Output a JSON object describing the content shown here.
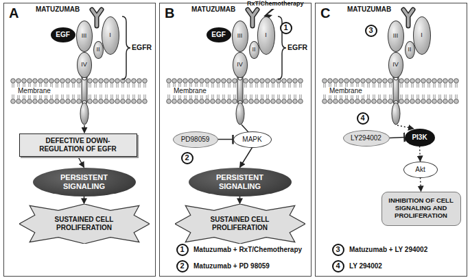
{
  "diagram": {
    "nodes": [
      {
        "text": [
          "A"
        ]
      },
      {
        "text": [
          "EGF"
        ],
        "in": 0
      },
      {
        "text": [
          "III"
        ],
        "in": 0
      },
      {
        "text": [
          "II"
        ],
        "in": 0
      },
      {
        "text": [
          "I"
        ],
        "in": 0
      },
      {
        "text": [
          "IV"
        ],
        "in": 0
      },
      {
        "text": [
          "DEFECTIVE DOWN-REGULATION OF EGFR"
        ],
        "in": 0
      },
      {
        "text": [
          "PERSISTENT SIGNALING"
        ],
        "in": 0
      },
      {
        "text": [
          "SUSTAINED CELL PROLIFERATION"
        ],
        "in": 0
      },
      {
        "text": [
          "B"
        ]
      },
      {
        "text": [
          "1"
        ],
        "in": 9
      },
      {
        "text": [
          "EGF"
        ],
        "in": 9
      },
      {
        "text": [
          "III"
        ],
        "in": 9
      },
      {
        "text": [
          "II"
        ],
        "in": 9
      },
      {
        "text": [
          "I"
        ],
        "in": 9
      },
      {
        "text": [
          "IV"
        ],
        "in": 9
      },
      {
        "text": [
          "PD98059"
        ],
        "in": 9
      },
      {
        "text": [
          "MAPK"
        ],
        "in": 9
      },
      {
        "text": [
          "2"
        ],
        "in": 9
      },
      {
        "text": [
          "PERSISTENT SIGNALING"
        ],
        "in": 9
      },
      {
        "text": [
          "SUSTAINED CELL PROLIFERATION"
        ],
        "in": 9
      },
      {
        "text": [
          "1"
        ],
        "in": 9
      },
      {
        "text": [
          "2"
        ],
        "in": 9
      },
      {
        "text": [
          "C"
        ]
      },
      {
        "text": [
          "3"
        ],
        "in": 23
      },
      {
        "text": [
          "III"
        ],
        "in": 23
      },
      {
        "text": [
          "II"
        ],
        "in": 23
      },
      {
        "text": [
          "I"
        ],
        "in": 23
      },
      {
        "text": [
          "IV"
        ],
        "in": 23
      },
      {
        "text": [
          "4"
        ],
        "in": 23
      },
      {
        "text": [
          "LY294002"
        ],
        "in": 23
      },
      {
        "text": [
          "PI3K"
        ],
        "in": 23
      },
      {
        "text": [
          "Akt"
        ],
        "in": 23
      },
      {
        "text": [
          "INHIBITION OF CELL SIGNALING AND PROLIFERATION"
        ],
        "in": 23
      },
      {
        "text": [
          "3"
        ],
        "in": 23
      },
      {
        "text": [
          "4"
        ],
        "in": 23
      }
    ],
    "edges": [
      {
        "from": 6,
        "to": 7,
        "arrow": "to"
      },
      {
        "from": 7,
        "to": 8,
        "arrow": "to"
      },
      {
        "from": 16,
        "to": 17,
        "arrow": "to"
      },
      {
        "from": 17,
        "to": 19,
        "arrow": "to"
      },
      {
        "from": 19,
        "to": 20,
        "arrow": "to"
      },
      {
        "from": 30,
        "to": 31,
        "arrow": "to"
      },
      {
        "from": 31,
        "to": 32,
        "arrow": "to"
      },
      {
        "from": 32,
        "to": 33,
        "arrow": "to"
      }
    ],
    "labels": [
      "MATUZUMAB",
      "Membrane",
      "EGFR",
      "MATUZUMAB",
      "RxT/Chemotherapy",
      "Membrane",
      "EGFR",
      "Matuzumab + RxT/Chemotherapy",
      "Matuzumab + PD 98059",
      "MATUZUMAB",
      "Membrane",
      "Matuzumab + LY 294002",
      "LY 294002"
    ]
  }
}
